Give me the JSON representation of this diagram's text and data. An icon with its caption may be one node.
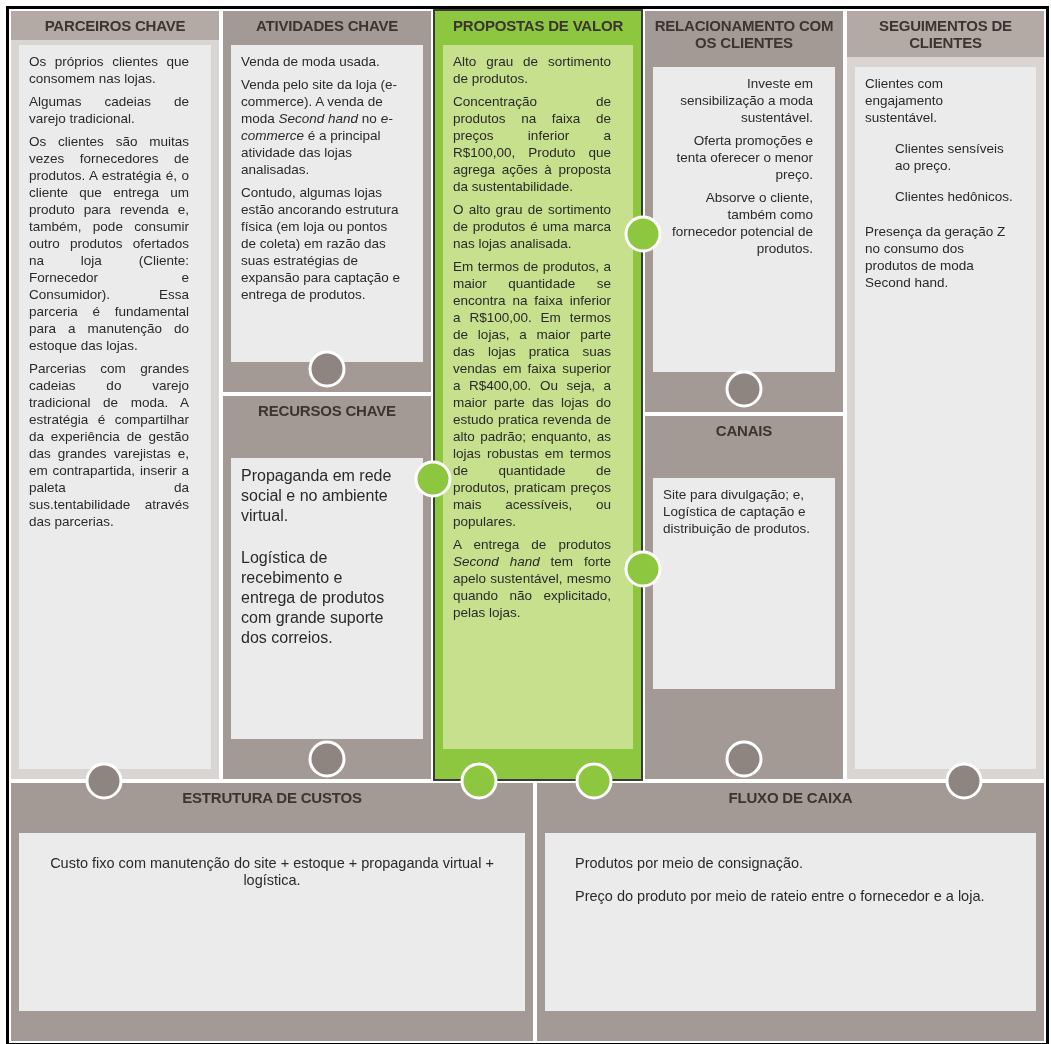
{
  "diagram": {
    "nodes": [
      {
        "text": [
          "PARCEIROS CHAVE",
          "Os próprios clientes que consomem nas lojas.",
          "Algumas cadeias de varejo tradicional.",
          "Os clientes são muitas vezes fornecedores de produtos. A estratégia é, o cliente que entrega um produto para revenda e, também, pode consumir outro produtos ofertados na loja (Cliente: Fornecedor e Consumidor). Essa parceria é fundamental para a manutenção do estoque das lojas.",
          "Parcerias com grandes cadeias do varejo tradicional de moda. A estratégia é compartilhar da experiência de gestão das grandes varejistas e, em contrapartida, inserir a paleta da sus.tentabilidade através das parcerias."
        ]
      },
      {
        "text": [
          "ATIVIDADES CHAVE",
          "Venda de moda usada.",
          "Venda pelo site da loja (e-commerce). A venda de moda *Second hand* no *e-commerce* é a principal atividade das lojas analisadas.",
          "Contudo, algumas lojas estão ancorando estrutura física (em loja ou pontos de coleta) em razão das suas estratégias de expansão para captação e entrega de produtos."
        ]
      },
      {
        "text": [
          "RECURSOS CHAVE",
          "Propaganda em rede social e no ambiente virtual.",
          "Logística de recebimento e entrega de produtos com grande suporte dos correios."
        ]
      },
      {
        "text": [
          "PROPOSTAS DE VALOR",
          "Alto grau de sortimento de produtos.",
          "Concentração de produtos na faixa de preços inferior a R$100,00, Produto que agrega ações à proposta da sustentabilidade.",
          "O alto grau de sortimento de produtos é uma marca nas lojas analisada.",
          "Em termos de produtos, a maior quantidade se encontra na faixa inferior a R$100,00. Em termos de lojas, a maior parte das lojas pratica suas vendas em faixa superior a R$400,00. Ou seja, a maior parte das lojas do estudo pratica revenda de alto padrão; enquanto, as lojas robustas em termos de quantidade de produtos, praticam preços mais acessíveis, ou populares.",
          "A entrega de produtos *Second hand* tem forte apelo sustentável, mesmo quando não explicitado, pelas lojas."
        ]
      },
      {
        "text": [
          "RELACIONAMENTO COM OS CLIENTES",
          "Investe em sensibilização a moda sustentável.",
          "Oferta promoções e tenta oferecer o menor preço.",
          "Absorve o cliente, também como fornecedor potencial de produtos."
        ]
      },
      {
        "text": [
          "CANAIS",
          "Site para divulgação; e, Logística de captação e distribuição de produtos."
        ]
      },
      {
        "text": [
          "SEGUIMENTOS DE CLIENTES",
          "Clientes com engajamento sustentável.",
          "Clientes sensíveis ao preço.",
          "Clientes hedônicos.",
          "Presença da geração Z no consumo dos produtos de moda Second hand."
        ]
      },
      {
        "text": [
          "ESTRUTURA DE CUSTOS",
          "Custo fixo com manutenção do site + estoque + propaganda virtual + logística."
        ]
      },
      {
        "text": [
          "FLUXO DE CAIXA",
          "Produtos por meio de consignação.",
          "Preço do produto por meio de rateio entre o fornecedor e a loja."
        ]
      }
    ]
  }
}
